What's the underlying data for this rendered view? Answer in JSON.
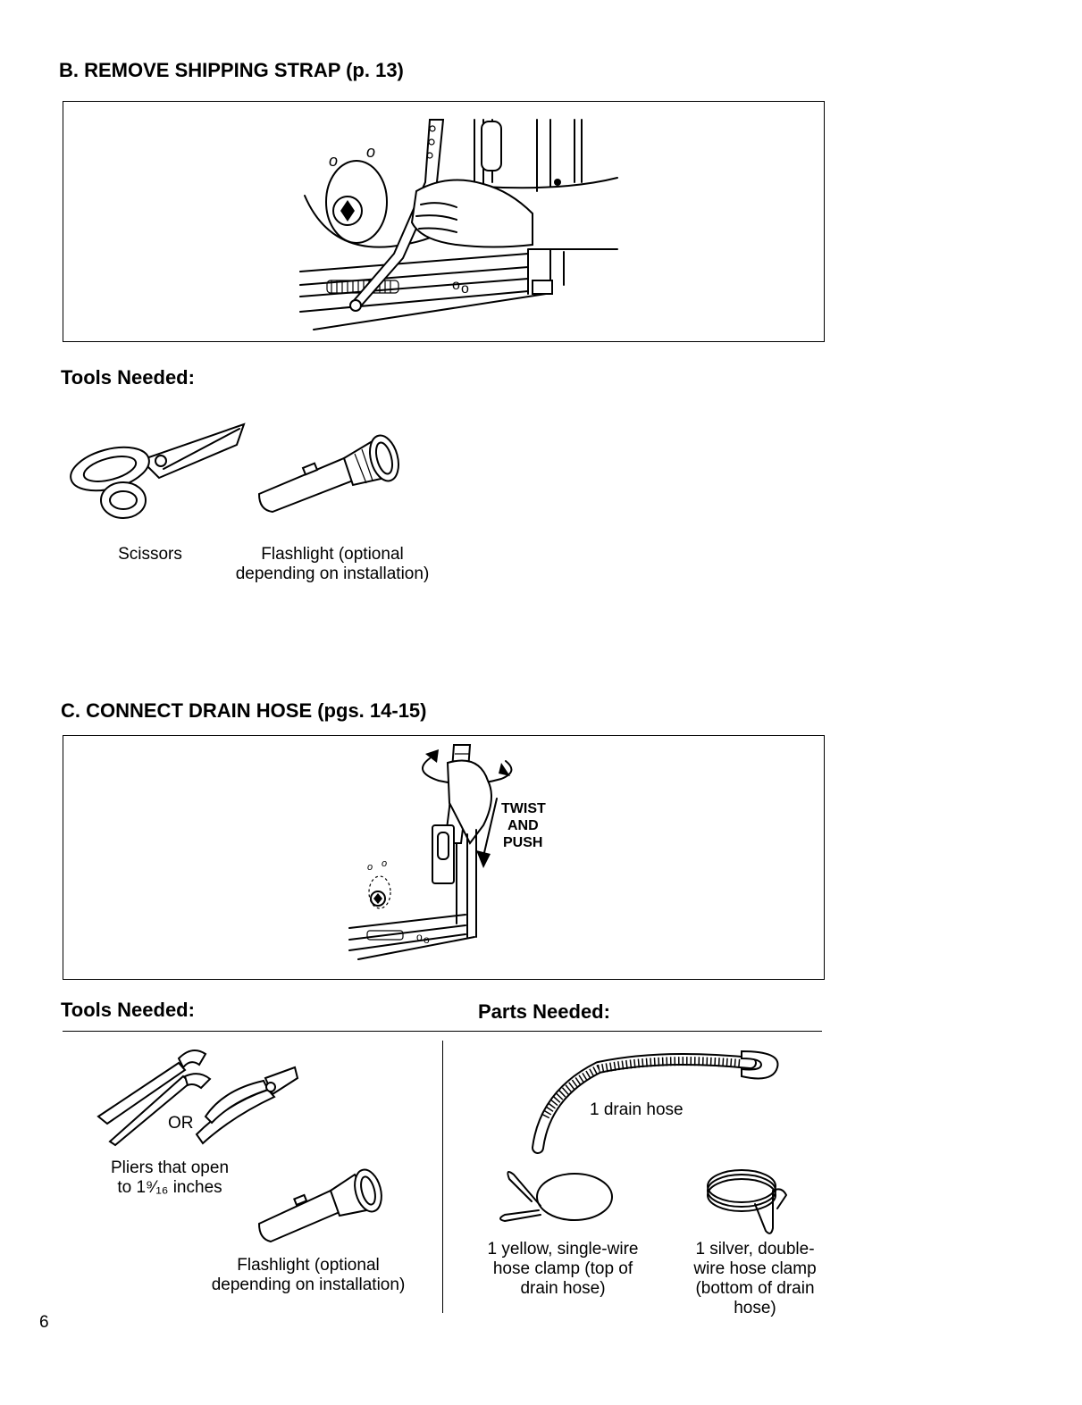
{
  "section_b": {
    "heading": "B. REMOVE SHIPPING STRAP (p. 13)",
    "tools_heading": "Tools Needed:",
    "tools": [
      {
        "icon": "scissors-icon",
        "label": "Scissors"
      },
      {
        "icon": "flashlight-icon",
        "label_line1": "Flashlight (optional",
        "label_line2": "depending on installation)"
      }
    ]
  },
  "section_c": {
    "heading": "C. CONNECT DRAIN HOSE (pgs. 14-15)",
    "figure_label_lines": [
      "TWIST",
      "AND",
      "PUSH"
    ],
    "tools_heading": "Tools Needed:",
    "parts_heading": "Parts Needed:",
    "pliers_or": "OR",
    "pliers_label_line1": "Pliers that open",
    "pliers_label_line2": "to 1⁹⁄₁₆ inches",
    "flashlight_line1": "Flashlight (optional",
    "flashlight_line2": "depending on installation)",
    "parts": {
      "drain_hose": "1 drain hose",
      "yellow_clamp_lines": [
        "1 yellow, single-wire",
        "hose clamp (top of",
        "drain hose)"
      ],
      "silver_clamp_lines": [
        "1 silver, double-",
        "wire hose clamp",
        "(bottom of drain",
        "hose)"
      ]
    }
  },
  "page_number": "6"
}
